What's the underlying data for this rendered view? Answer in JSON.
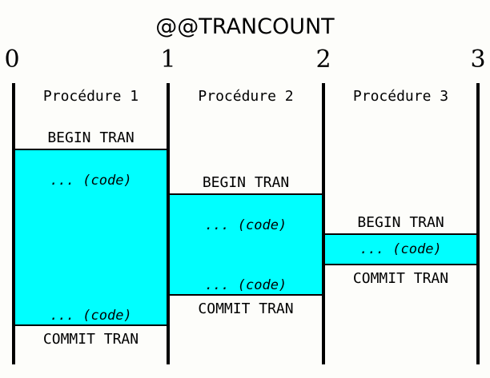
{
  "title": "@@TRANCOUNT",
  "scale": {
    "values": [
      "0",
      "1",
      "2",
      "3"
    ]
  },
  "columns": [
    {
      "name": "Procédure 1",
      "begin_label": "BEGIN TRAN",
      "commit_label": "COMMIT TRAN",
      "code_label_top": "... (code)",
      "code_label_bottom": "... (code)"
    },
    {
      "name": "Procédure 2",
      "begin_label": "BEGIN TRAN",
      "commit_label": "COMMIT TRAN",
      "code_label_top": "... (code)",
      "code_label_bottom": "... (code)"
    },
    {
      "name": "Procédure 3",
      "begin_label": "BEGIN TRAN",
      "commit_label": "COMMIT TRAN",
      "code_label_top": "... (code)"
    }
  ],
  "colors": {
    "transaction_fill": "#00FFFF",
    "line": "#000000",
    "background": "#FFFFFF"
  },
  "chart_data": {
    "type": "bar",
    "title": "@@TRANCOUNT",
    "xlabel": "",
    "ylabel": "",
    "orientation": "horizontal-nesting",
    "categories": [
      "Procédure 1",
      "Procédure 2",
      "Procédure 3"
    ],
    "values": [
      1,
      2,
      3
    ],
    "xlim": [
      0,
      3
    ],
    "xticks": [
      "0",
      "1",
      "2",
      "3"
    ],
    "grid": false,
    "legend": "none",
    "annotations": [
      "Procédure 1: BEGIN TRAN, ... (code), ... (code), COMMIT TRAN",
      "Procédure 2: BEGIN TRAN, ... (code), ... (code), COMMIT TRAN",
      "Procédure 3: BEGIN TRAN, ... (code), COMMIT TRAN"
    ]
  }
}
